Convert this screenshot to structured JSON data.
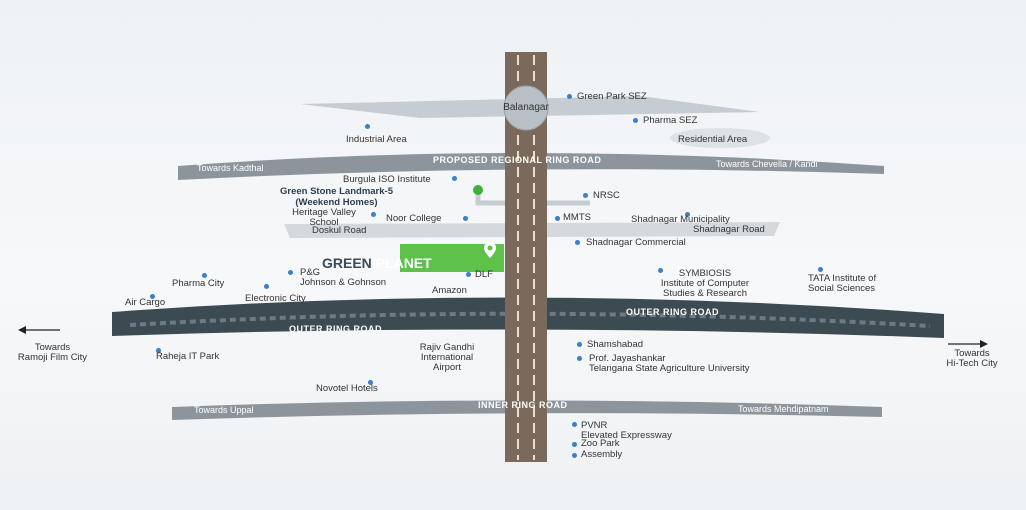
{
  "roads": {
    "proposed_regional": {
      "name": "PROPOSED REGIONAL RING ROAD",
      "left": "Towards Kadthal",
      "right": "Towards Chevella / Kandi"
    },
    "outer_ring": {
      "name": "OUTER RING ROAD"
    },
    "inner_ring": {
      "name": "INNER RING ROAD",
      "left": "Towards Uppal",
      "right": "Towards Mehdipatnam"
    },
    "doskul": "Doskul Road",
    "shadnagar": "Shadnagar Road"
  },
  "hub": "Balanagar",
  "green_stone": "Green Stone Landmark-5\n(Weekend Homes)",
  "green_planet": {
    "part1": "GREEN",
    "part2": "PLANET"
  },
  "arrows": {
    "left": "Towards\nRamoji Film City",
    "right": "Towards\nHi-Tech City"
  },
  "places": {
    "green_park_sez": "Green Park SEZ",
    "pharma_sez": "Pharma SEZ",
    "residential_area": "Residential Area",
    "industrial_area": "Industrial Area",
    "burgula": "Burgula ISO Institute",
    "nrsc": "NRSC",
    "heritage": "Heritage Valley\nSchool",
    "noor": "Noor College",
    "mmts": "MMTS",
    "shadnagar_municipality": "Shadnagar Municipality",
    "shadnagar_commercial": "Shadnagar Commercial",
    "pharma_city": "Pharma City",
    "pg": "P&G\nJohnson & Gohnson",
    "dlf": "DLF",
    "amazon": "Amazon",
    "air_cargo": "Air Cargo",
    "electronic_city": "Electronic City",
    "symbiosis": "SYMBIOSIS\nInstitute of Computer\nStudies & Research",
    "tata": "TATA Institute of\nSocial Sciences",
    "raheja": "Raheja IT Park",
    "rgia": "Rajiv Gandhi\nInternational\nAirport",
    "shamshabad": "Shamshabad",
    "jayashankar": "Prof. Jayashankar\nTelangana State Agriculture University",
    "novotel": "Novotel Hotels",
    "pvnr": "PVNR\nElevated Expressway",
    "zoo": "Zoo Park",
    "assembly": "Assembly"
  },
  "colors": {
    "highway": "#7b6a5c",
    "ring_road": "#8d959c",
    "outer_ring": "#3c4a52",
    "green": "#5cc24a",
    "dot": "#3a7fc8"
  }
}
